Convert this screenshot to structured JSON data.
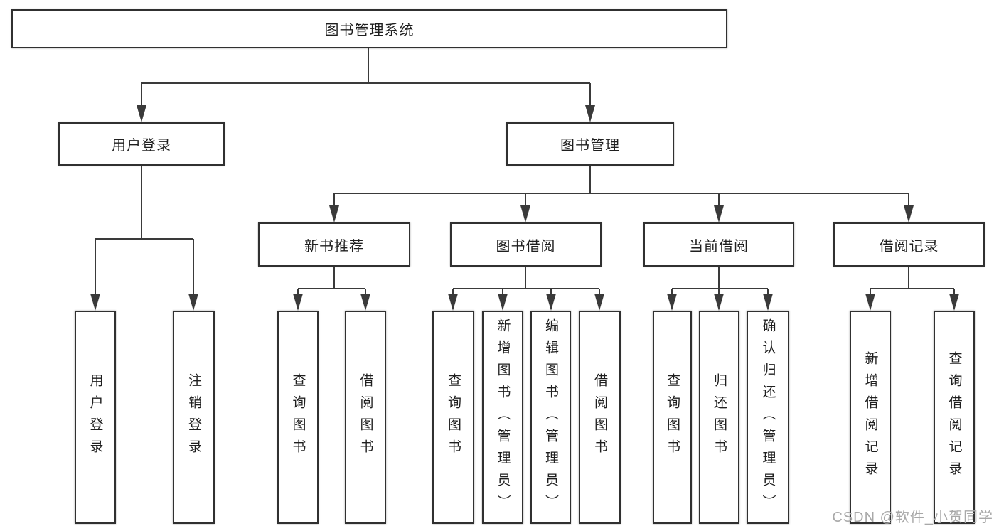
{
  "diagram": {
    "title": "图书管理系统",
    "nodes": {
      "root": "图书管理系统",
      "user_login": "用户登录",
      "book_mgmt": "图书管理",
      "new_book_rec": "新书推荐",
      "book_borrow": "图书借阅",
      "current_borrow": "当前借阅",
      "borrow_record": "借阅记录",
      "leaf_user_login": "用户登录",
      "leaf_logout": "注销登录",
      "rec_query_book": "查询图书",
      "rec_borrow_book": "借阅图书",
      "bb_query_book": "查询图书",
      "bb_add_book": "新增图书（管理员）",
      "bb_edit_book": "编辑图书（管理员）",
      "bb_borrow_book": "借阅图书",
      "cb_query_book": "查询图书",
      "cb_return_book": "归还图书",
      "cb_confirm_return": "确认归还（管理员）",
      "br_add_record": "新增借阅记录",
      "br_query_record": "查询借阅记录"
    },
    "line_color": "#3a3a3a",
    "box_border_color": "#303030",
    "text_color": "#1f1f1f"
  },
  "watermark": {
    "text": "CSDN @软件_小贺同学",
    "color": "#a8a8a8"
  }
}
